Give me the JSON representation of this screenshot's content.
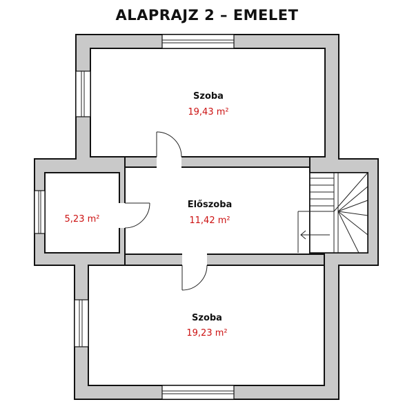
{
  "title": "ALAPRAJZ 2 – EMELET",
  "colors": {
    "wall": "#c9c9c9",
    "outline": "#111111",
    "area_text": "#cc1111",
    "room_fill": "#ffffff"
  },
  "rooms": [
    {
      "name": "Szoba",
      "area": "19,43 m²"
    },
    {
      "name": "",
      "area": "5,23 m²"
    },
    {
      "name": "Előszoba",
      "area": "11,42 m²"
    },
    {
      "name": "Szoba",
      "area": "19,23 m²"
    }
  ]
}
